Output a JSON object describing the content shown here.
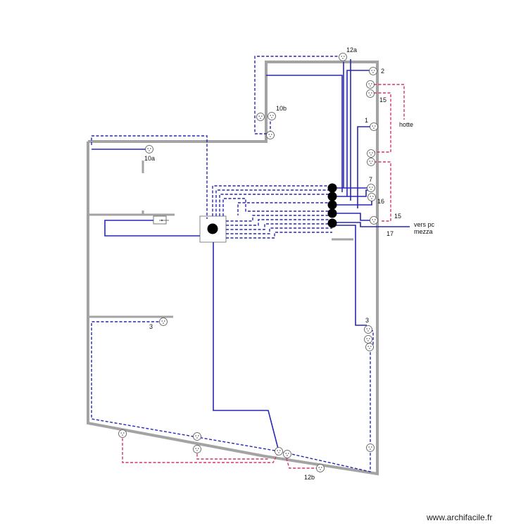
{
  "plan": {
    "labels": {
      "l_12a": "12a",
      "l_2": "2",
      "l_15a": "15",
      "l_10b": "10b",
      "l_hotte": "hotte",
      "l_1": "1",
      "l_10a": "10a",
      "l_7": "7",
      "l_16": "16",
      "l_15b": "15",
      "l_vers": "vers pc",
      "l_mezza": "mezza",
      "l_17": "17",
      "l_3a": "3",
      "l_3b": "3",
      "l_12b": "12b"
    },
    "credit": "www.archifacile.fr"
  },
  "colors": {
    "wall": "#a3a3a3",
    "circuit": "#2727b8",
    "circuit_alt": "#d8336a"
  },
  "icons": {
    "outlet": "outlet-icon",
    "panel": "distribution-panel-icon",
    "switch": "switch-icon",
    "breaker": "breaker-node-icon"
  }
}
